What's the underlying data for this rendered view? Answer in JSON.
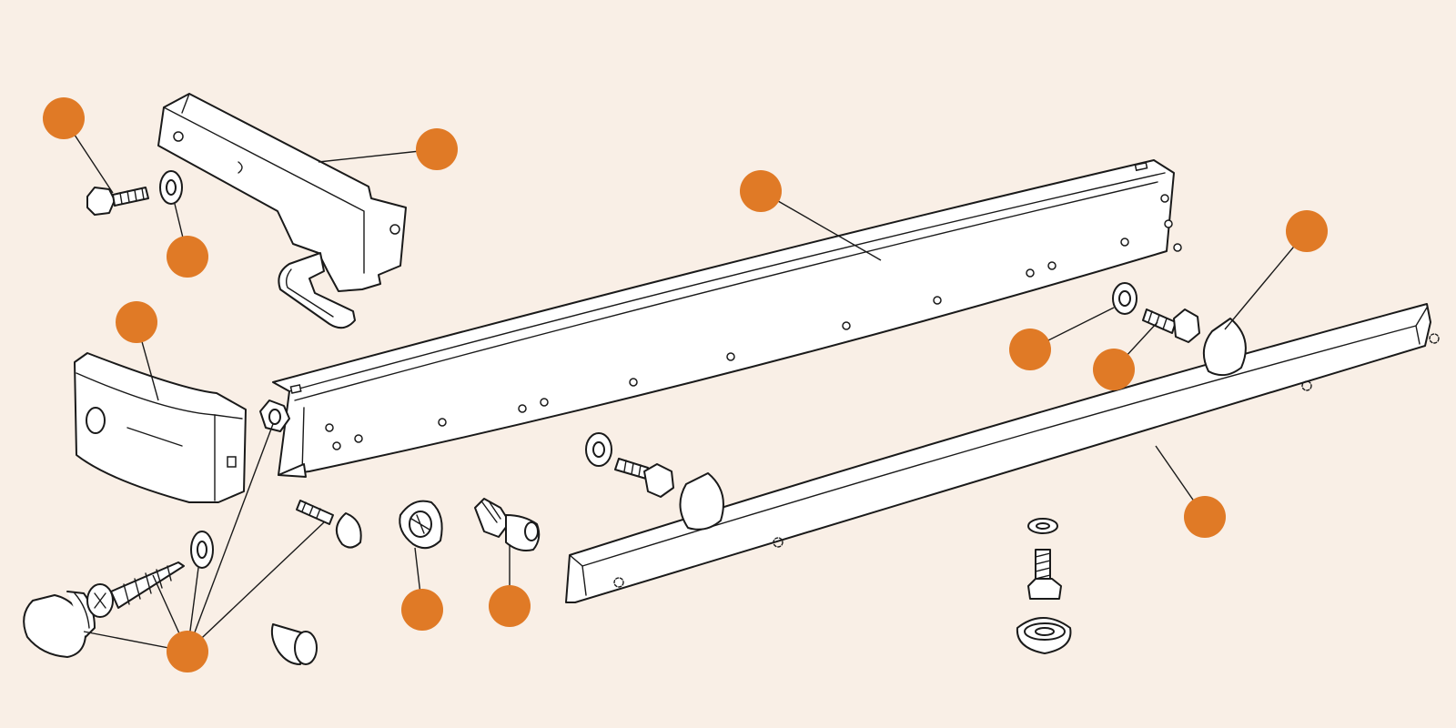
{
  "colors": {
    "background": "#f9efe6",
    "callout": "#e07a26",
    "line": "#1a1a1a",
    "part_fill": "#ffffff"
  },
  "diagram": {
    "callouts": [
      {
        "id": "bolt-top-left",
        "label": ""
      },
      {
        "id": "bracket-left",
        "label": ""
      },
      {
        "id": "washer-top-left",
        "label": ""
      },
      {
        "id": "reinforcement-beam",
        "label": ""
      },
      {
        "id": "cap-right",
        "label": ""
      },
      {
        "id": "end-cap-left",
        "label": ""
      },
      {
        "id": "washer-right",
        "label": ""
      },
      {
        "id": "bolt-right",
        "label": ""
      },
      {
        "id": "face-bar",
        "label": ""
      },
      {
        "id": "clip-nut",
        "label": ""
      },
      {
        "id": "push-clip",
        "label": ""
      },
      {
        "id": "fastener-group",
        "label": ""
      }
    ]
  }
}
